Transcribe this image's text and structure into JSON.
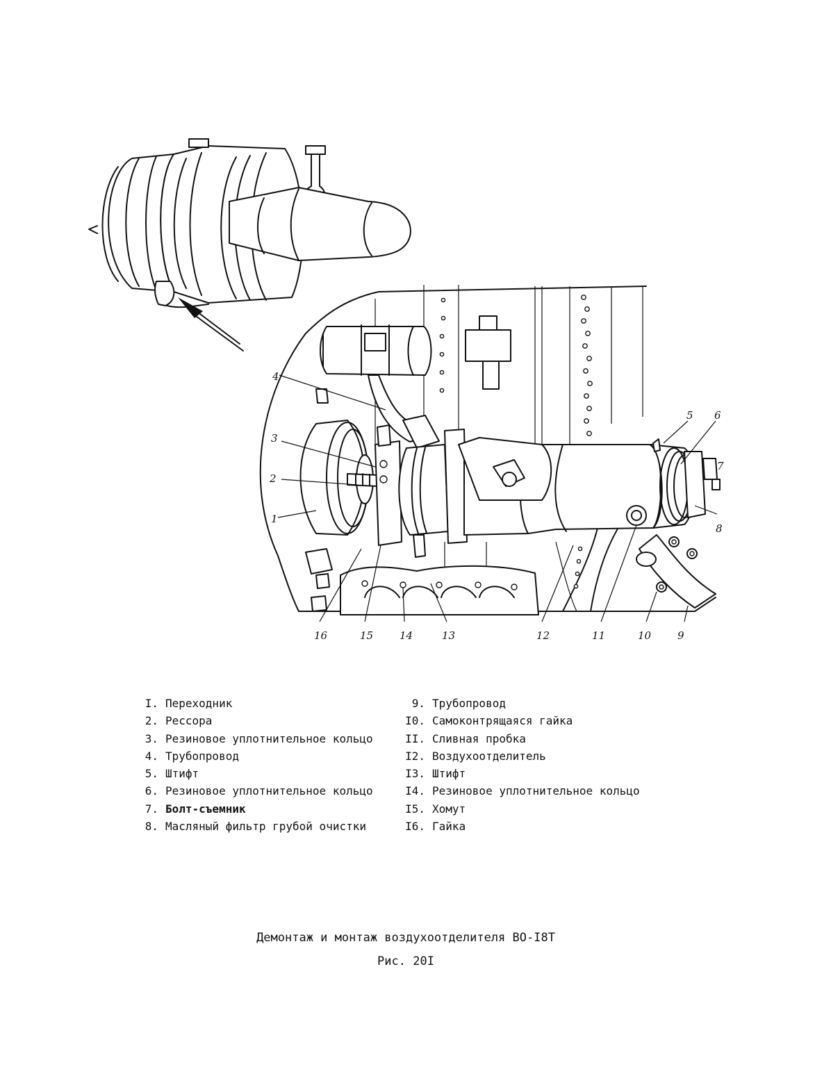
{
  "callouts": [
    "1",
    "2",
    "3",
    "4",
    "5",
    "6",
    "7",
    "8",
    "9",
    "10",
    "11",
    "12",
    "13",
    "14",
    "15",
    "16"
  ],
  "legend_left": [
    {
      "num": "I.",
      "text": "Переходник"
    },
    {
      "num": "2.",
      "text": "Рессора"
    },
    {
      "num": "3.",
      "text": "Резиновое уплотнительное кольцо"
    },
    {
      "num": "4.",
      "text": "Трубопровод"
    },
    {
      "num": "5.",
      "text": "Штифт"
    },
    {
      "num": "6.",
      "text": "Резиновое уплотнительное кольцо"
    },
    {
      "num": "7.",
      "text": "Болт-съемник"
    },
    {
      "num": "8.",
      "text": "Масляный фильтр грубой очистки"
    }
  ],
  "legend_right": [
    {
      "num": "9.",
      "text": "Трубопровод"
    },
    {
      "num": "I0.",
      "text": "Самоконтрящаяся гайка"
    },
    {
      "num": "II.",
      "text": "Сливная пробка"
    },
    {
      "num": "I2.",
      "text": "Воздухоотделитель"
    },
    {
      "num": "I3.",
      "text": "Штифт"
    },
    {
      "num": "I4.",
      "text": "Резиновое уплотнительное кольцо"
    },
    {
      "num": "I5.",
      "text": "Хомут"
    },
    {
      "num": "I6.",
      "text": "Гайка"
    }
  ],
  "caption": {
    "title": "Демонтаж и монтаж воздухоотделителя ВО-I8Т",
    "figure": "Рис. 20I"
  }
}
